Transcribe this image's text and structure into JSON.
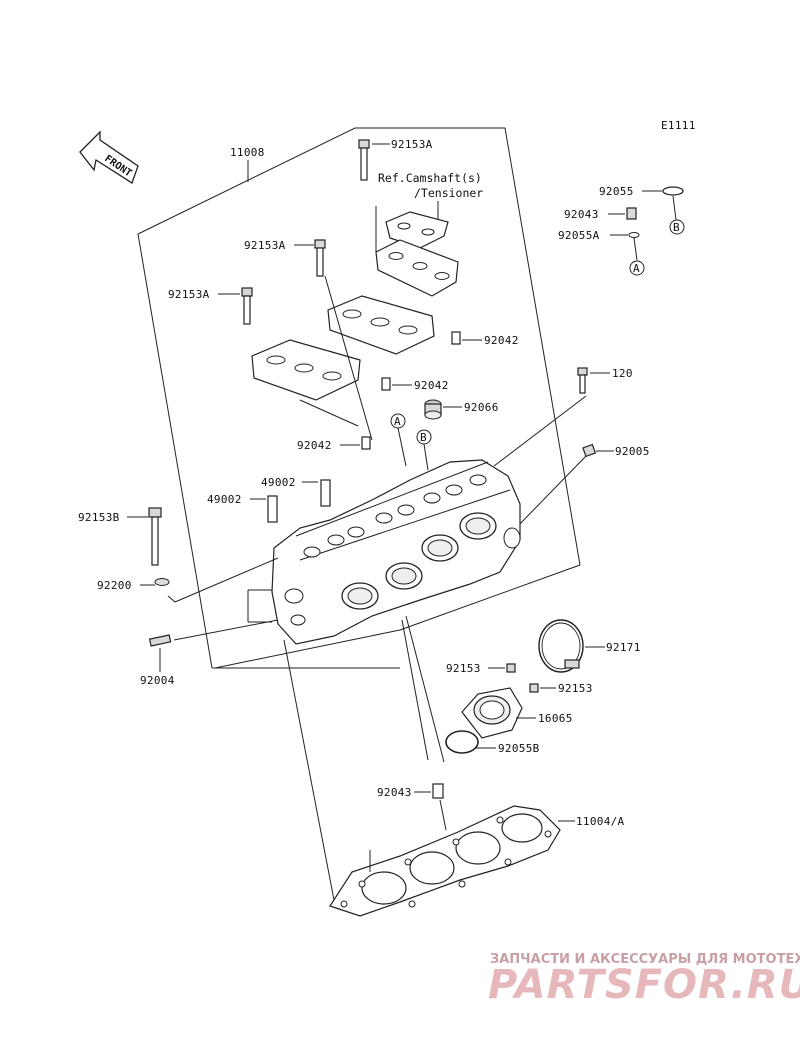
{
  "diagram_code": "E1111",
  "front_label": "FRONT",
  "reference_note": [
    "Ref.Camshaft(s)",
    "/Tensioner"
  ],
  "callouts": {
    "A": "A",
    "B": "B"
  },
  "labels": {
    "p11008": "11008",
    "p92153A_top": "92153A",
    "p92153A_mid": "92153A",
    "p92153A_left": "92153A",
    "p92042_a": "92042",
    "p92042_b": "92042",
    "p92042_c": "92042",
    "p92055": "92055",
    "p92043_top": "92043",
    "p92055A": "92055A",
    "p120": "120",
    "p92066": "92066",
    "p92005": "92005",
    "p49002_a": "49002",
    "p49002_b": "49002",
    "p92153B": "92153B",
    "p92200": "92200",
    "p92004": "92004",
    "p92171": "92171",
    "p92153_a": "92153",
    "p92153_b": "92153",
    "p16065": "16065",
    "p92055B": "92055B",
    "p92043_bottom": "92043",
    "p11004A": "11004/A"
  },
  "watermark": {
    "tagline": "ЗАПЧАСТИ И АКСЕССУАРЫ ДЛЯ МОТОТЕХНИКИ",
    "brand": "PARTSFOR.RU"
  }
}
